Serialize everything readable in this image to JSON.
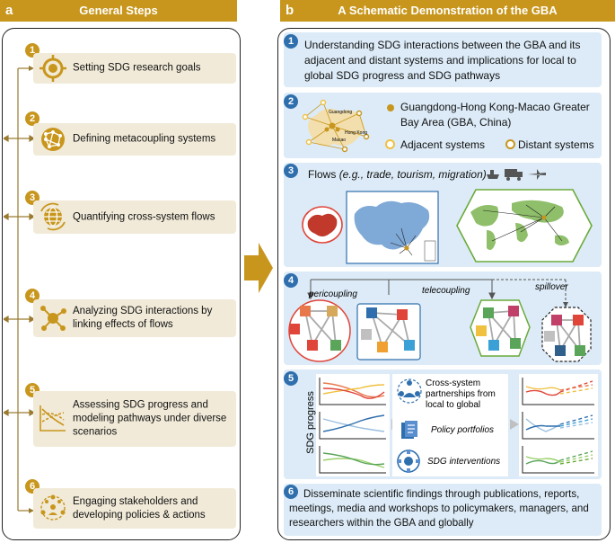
{
  "left": {
    "label": "a",
    "title": "General Steps",
    "steps": [
      {
        "num": "1",
        "text": "Setting SDG research goals",
        "icon": "target-icon"
      },
      {
        "num": "2",
        "text": "Defining metacoupling systems",
        "icon": "network-globe-icon"
      },
      {
        "num": "3",
        "text": "Quantifying cross-system flows",
        "icon": "globe-flow-icon"
      },
      {
        "num": "4",
        "text": "Analyzing SDG interactions by linking effects of flows",
        "icon": "node-link-icon"
      },
      {
        "num": "5",
        "text": "Assessing SDG progress and modeling pathways under diverse scenarios",
        "icon": "trend-lines-icon"
      },
      {
        "num": "6",
        "text": "Engaging stakeholders and developing policies & actions",
        "icon": "stakeholders-icon"
      }
    ]
  },
  "right": {
    "label": "b",
    "title": "A Schematic Demonstration of the GBA",
    "box1": {
      "num": "1",
      "text": "Understanding SDG interactions between the GBA and its adjacent and distant systems and implications for local to global SDG progress and SDG pathways"
    },
    "box2": {
      "num": "2",
      "map_labels": [
        "Guangdong",
        "Hong Kong",
        "Macao"
      ],
      "legend": [
        {
          "text": "Guangdong-Hong Kong-Macao Greater Bay Area (GBA, China)",
          "color": "#c8961c"
        },
        {
          "text": "Adjacent systems",
          "color": "#f0c040"
        },
        {
          "text": "Distant systems",
          "color": "#c8961c"
        }
      ]
    },
    "box3": {
      "num": "3",
      "flows_label": "Flows",
      "flows_examples": "(e.g., trade, tourism, migration)"
    },
    "box4": {
      "num": "4",
      "pericoupling": "pericoupling",
      "telecoupling": "telecoupling",
      "spillover": "spillover"
    },
    "box5": {
      "num": "5",
      "ylabel": "SDG progress",
      "items": [
        {
          "text": "Cross-system partnerships from local to global",
          "italic": false
        },
        {
          "text": "Policy portfolios",
          "italic": true
        },
        {
          "text": "SDG interventions",
          "italic": true
        }
      ]
    },
    "box6": {
      "num": "6",
      "text": "Disseminate scientific findings through publications, reports, meetings, media and workshops to policymakers, managers, and researchers within the GBA and globally"
    }
  },
  "colors": {
    "gold": "#c8961c",
    "blue": "#2f6fad",
    "lightblue": "#dcebf7",
    "beige": "#f1ead8",
    "red": "#e0453a",
    "green": "#6aaa3a"
  }
}
